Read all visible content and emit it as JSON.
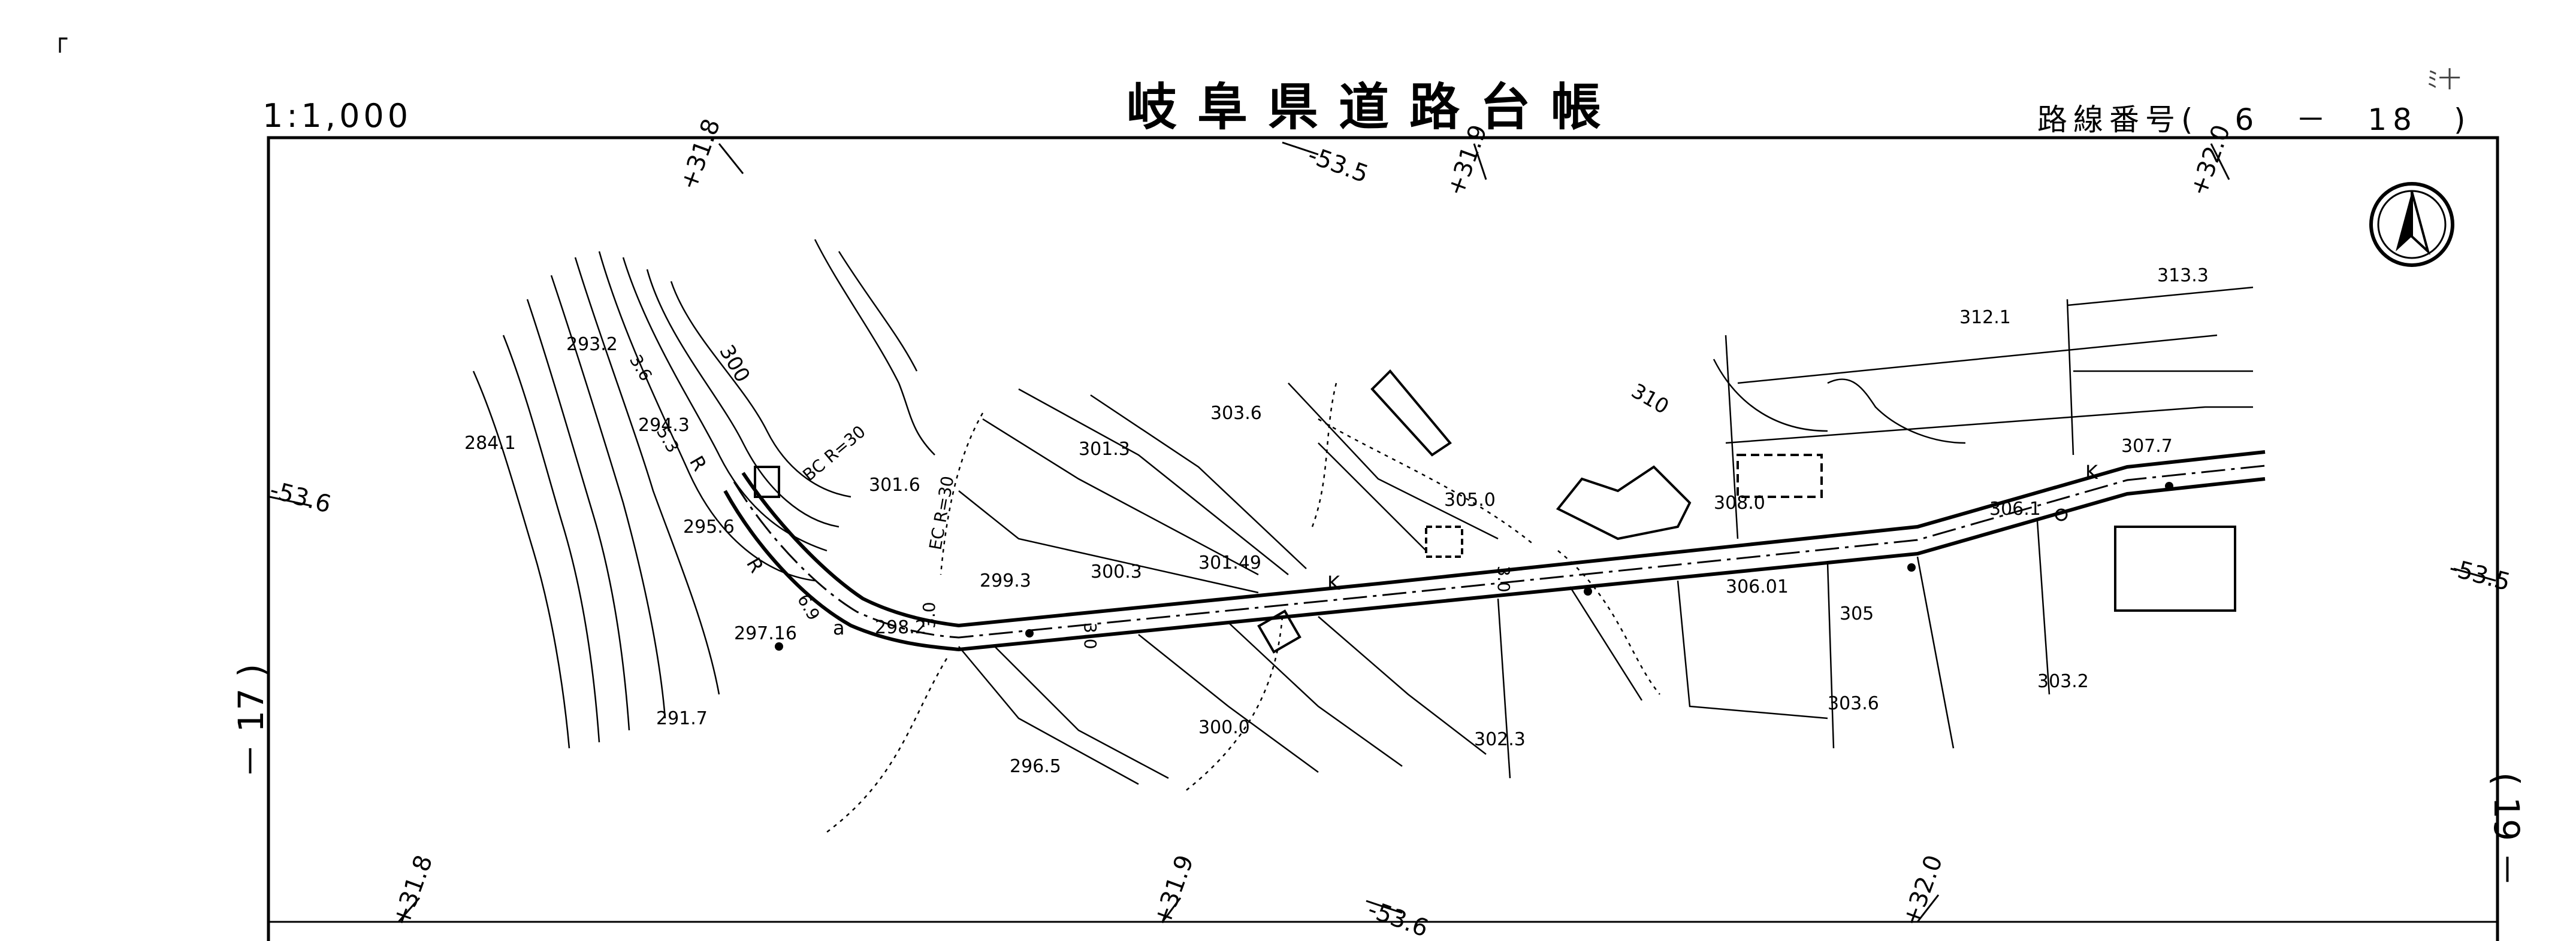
{
  "header": {
    "title": "岐阜県道路台帳",
    "scale": "1:1,000",
    "route_number": "路線番号(　6　－　18　)",
    "corner_mark": "┌",
    "initials": "ﾐ十"
  },
  "side_labels": {
    "left": "－ 17 )",
    "right": "( 19 －"
  },
  "grid_coordinates": {
    "top": [
      "+31.8",
      "-53.5",
      "+31.9",
      "+32.0"
    ],
    "bottom": [
      "+31.8",
      "+31.9",
      "-53.6",
      "+32.0"
    ],
    "left": "-53.6",
    "right": "-53.5"
  },
  "elevations": [
    "293.2",
    "284.1",
    "294.3",
    "295.6",
    "297.16",
    "291.7",
    "301.6",
    "298.2",
    "299.3",
    "300.3",
    "301.49",
    "301.3",
    "303.6",
    "305.0",
    "300.0",
    "296.5",
    "302.3",
    "308.0",
    "306.1",
    "307.7",
    "306.01",
    "305",
    "303.6",
    "303.2",
    "313.3",
    "312.1"
  ],
  "contour_labels": [
    "300",
    "310"
  ],
  "curve_labels": [
    "BC R=30",
    "EC R=30",
    "3.6",
    "5.3",
    "6.9",
    "3.0",
    "3.0",
    "3.0"
  ],
  "road_marks": [
    "K",
    "K",
    "R",
    "R",
    "a"
  ],
  "north_arrow": "north-arrow"
}
